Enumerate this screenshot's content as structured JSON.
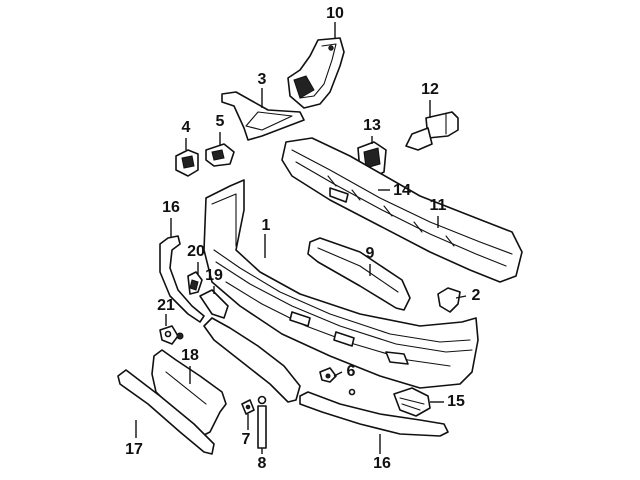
{
  "labels": {
    "p1": "1",
    "p2": "2",
    "p3": "3",
    "p4": "4",
    "p5": "5",
    "p6": "6",
    "p7": "7",
    "p8": "8",
    "p9": "9",
    "p10": "10",
    "p11": "11",
    "p12": "12",
    "p13": "13",
    "p14": "14",
    "p15": "15",
    "p16a": "16",
    "p16b": "16",
    "p17": "17",
    "p18": "18",
    "p19": "19",
    "p20": "20",
    "p21": "21"
  }
}
